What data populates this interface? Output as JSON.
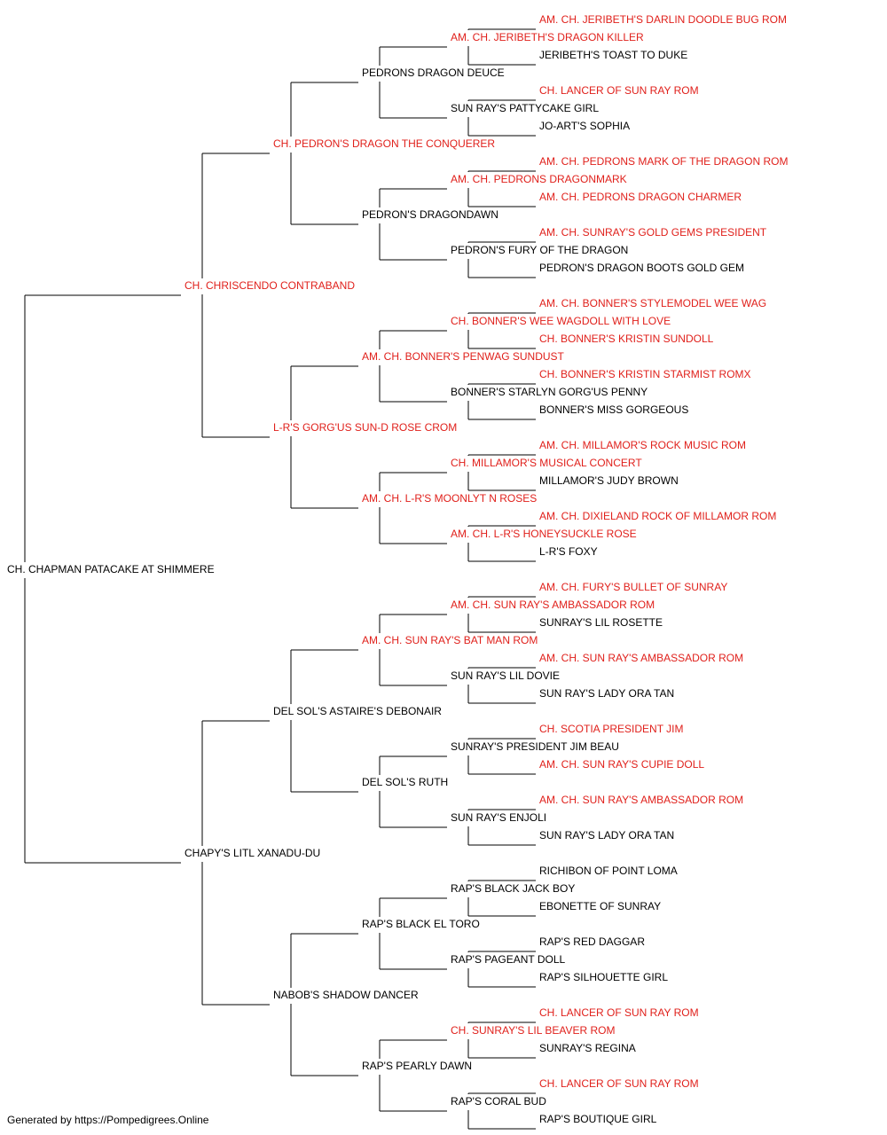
{
  "colors": {
    "champion": "#e0201b",
    "normal": "#000000",
    "line": "#000000"
  },
  "pedigree": {
    "name": "CH. CHAPMAN PATACAKE AT SHIMMERE",
    "champion": false,
    "sire": {
      "name": "CH. CHRISCENDO CONTRABAND",
      "champion": true,
      "sire": {
        "name": "CH. PEDRON'S DRAGON THE CONQUERER",
        "champion": true,
        "sire": {
          "name": "PEDRONS DRAGON DEUCE",
          "champion": false,
          "sire": {
            "name": "AM. CH. JERIBETH'S DRAGON KILLER",
            "champion": true,
            "sire": {
              "name": "AM. CH. JERIBETH'S DARLIN DOODLE BUG ROM",
              "champion": true
            },
            "dam": {
              "name": "JERIBETH'S TOAST TO DUKE",
              "champion": false
            }
          },
          "dam": {
            "name": "SUN RAY'S PATTYCAKE GIRL",
            "champion": false,
            "sire": {
              "name": "CH. LANCER OF SUN RAY ROM",
              "champion": true
            },
            "dam": {
              "name": "JO-ART'S SOPHIA",
              "champion": false
            }
          }
        },
        "dam": {
          "name": "PEDRON'S DRAGONDAWN",
          "champion": false,
          "sire": {
            "name": "AM. CH. PEDRONS DRAGONMARK",
            "champion": true,
            "sire": {
              "name": "AM. CH. PEDRONS MARK OF THE DRAGON ROM",
              "champion": true
            },
            "dam": {
              "name": "AM. CH. PEDRONS DRAGON CHARMER",
              "champion": true
            }
          },
          "dam": {
            "name": "PEDRON'S FURY OF THE DRAGON",
            "champion": false,
            "sire": {
              "name": "AM. CH. SUNRAY'S GOLD GEMS PRESIDENT",
              "champion": true
            },
            "dam": {
              "name": "PEDRON'S DRAGON BOOTS GOLD GEM",
              "champion": false
            }
          }
        }
      },
      "dam": {
        "name": "L-R'S GORG'US SUN-D ROSE CROM",
        "champion": true,
        "sire": {
          "name": "AM. CH. BONNER'S PENWAG SUNDUST",
          "champion": true,
          "sire": {
            "name": "CH. BONNER'S WEE WAGDOLL WITH LOVE",
            "champion": true,
            "sire": {
              "name": "AM. CH. BONNER'S STYLEMODEL WEE WAG",
              "champion": true
            },
            "dam": {
              "name": "CH. BONNER'S KRISTIN SUNDOLL",
              "champion": true
            }
          },
          "dam": {
            "name": "BONNER'S STARLYN GORG'US PENNY",
            "champion": false,
            "sire": {
              "name": "CH. BONNER'S KRISTIN STARMIST ROMX",
              "champion": true
            },
            "dam": {
              "name": "BONNER'S MISS GORGEOUS",
              "champion": false
            }
          }
        },
        "dam": {
          "name": "AM. CH. L-R'S MOONLYT N ROSES",
          "champion": true,
          "sire": {
            "name": "CH. MILLAMOR'S MUSICAL CONCERT",
            "champion": true,
            "sire": {
              "name": "AM. CH. MILLAMOR'S ROCK MUSIC ROM",
              "champion": true
            },
            "dam": {
              "name": "MILLAMOR'S JUDY BROWN",
              "champion": false
            }
          },
          "dam": {
            "name": "AM. CH. L-R'S HONEYSUCKLE ROSE",
            "champion": true,
            "sire": {
              "name": "AM. CH. DIXIELAND ROCK OF MILLAMOR ROM",
              "champion": true
            },
            "dam": {
              "name": "L-R'S FOXY",
              "champion": false
            }
          }
        }
      }
    },
    "dam": {
      "name": "CHAPY'S LITL XANADU-DU",
      "champion": false,
      "sire": {
        "name": "DEL SOL'S ASTAIRE'S DEBONAIR",
        "champion": false,
        "sire": {
          "name": "AM. CH. SUN RAY'S BAT MAN ROM",
          "champion": true,
          "sire": {
            "name": "AM. CH. SUN RAY'S AMBASSADOR ROM",
            "champion": true,
            "sire": {
              "name": "AM. CH. FURY'S BULLET OF SUNRAY",
              "champion": true
            },
            "dam": {
              "name": "SUNRAY'S LIL ROSETTE",
              "champion": false
            }
          },
          "dam": {
            "name": "SUN RAY'S LIL DOVIE",
            "champion": false,
            "sire": {
              "name": "AM. CH. SUN RAY'S AMBASSADOR ROM",
              "champion": true
            },
            "dam": {
              "name": "SUN RAY'S LADY ORA TAN",
              "champion": false
            }
          }
        },
        "dam": {
          "name": "DEL SOL'S RUTH",
          "champion": false,
          "sire": {
            "name": "SUNRAY'S PRESIDENT JIM BEAU",
            "champion": false,
            "sire": {
              "name": "CH. SCOTIA PRESIDENT JIM",
              "champion": true
            },
            "dam": {
              "name": "AM. CH. SUN RAY'S CUPIE DOLL",
              "champion": true
            }
          },
          "dam": {
            "name": "SUN RAY'S ENJOLI",
            "champion": false,
            "sire": {
              "name": "AM. CH. SUN RAY'S AMBASSADOR ROM",
              "champion": true
            },
            "dam": {
              "name": "SUN RAY'S LADY ORA TAN",
              "champion": false
            }
          }
        }
      },
      "dam": {
        "name": "NABOB'S SHADOW DANCER",
        "champion": false,
        "sire": {
          "name": "RAP'S BLACK EL TORO",
          "champion": false,
          "sire": {
            "name": "RAP'S BLACK JACK BOY",
            "champion": false,
            "sire": {
              "name": "RICHIBON OF POINT LOMA",
              "champion": false
            },
            "dam": {
              "name": "EBONETTE OF SUNRAY",
              "champion": false
            }
          },
          "dam": {
            "name": "RAP'S PAGEANT DOLL",
            "champion": false,
            "sire": {
              "name": "RAP'S RED DAGGAR",
              "champion": false
            },
            "dam": {
              "name": "RAP'S SILHOUETTE GIRL",
              "champion": false
            }
          }
        },
        "dam": {
          "name": "RAP'S PEARLY DAWN",
          "champion": false,
          "sire": {
            "name": "CH. SUNRAY'S LIL BEAVER ROM",
            "champion": true,
            "sire": {
              "name": "CH. LANCER OF SUN RAY ROM",
              "champion": true
            },
            "dam": {
              "name": "SUNRAY'S REGINA",
              "champion": false
            }
          },
          "dam": {
            "name": "RAP'S CORAL BUD",
            "champion": false,
            "sire": {
              "name": "CH. LANCER OF SUN RAY ROM",
              "champion": true
            },
            "dam": {
              "name": "RAP'S BOUTIQUE GIRL",
              "champion": false
            }
          }
        }
      }
    }
  },
  "footer": "Generated by https://Pompedigrees.Online"
}
